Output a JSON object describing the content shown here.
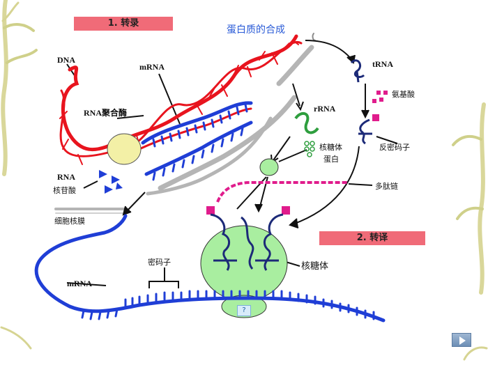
{
  "title": "蛋白质的合成",
  "banners": {
    "transcription": "1. 转录",
    "translation": "2. 转译"
  },
  "labels": {
    "dna": "DNA",
    "mrna_top": "mRNA",
    "rna_polymerase": "RNA聚合酶",
    "rna": "RNA",
    "nucleotide": "核苷酸",
    "nuclear_membrane": "细胞核膜",
    "mrna_bottom": "mRNA",
    "trna": "tRNA",
    "amino_acid": "氨基酸",
    "anticodon": "反密码子",
    "rrna": "rRNA",
    "ribosomal_protein_1": "核糖体",
    "ribosomal_protein_2": "蛋白",
    "polypeptide": "多肽链",
    "codon": "密码子",
    "ribosome": "核糖体"
  },
  "question_mark": "?",
  "colors": {
    "dna": "#e8141e",
    "mrna": "#1f3ed6",
    "ribosome": "#a9eea0",
    "polymerase": "#f3f0a6",
    "peptide": "#e01c8c",
    "title": "#2a5bd7",
    "banner": "#f06b78",
    "rrna": "#2e9e3e"
  }
}
